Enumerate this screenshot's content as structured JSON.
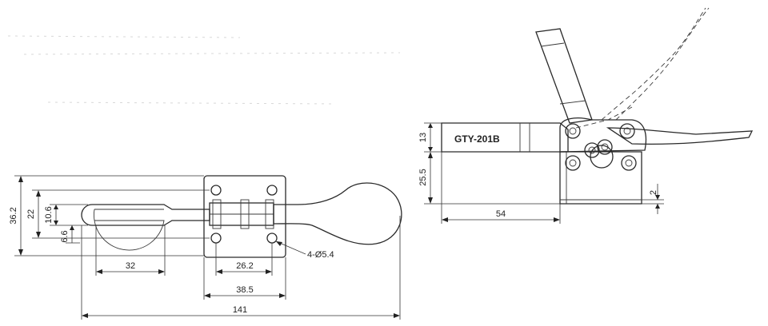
{
  "model_label": "GTY-201B",
  "top_dimensions": {
    "overall_height": "36.2",
    "inner_height": "22",
    "bar_height": "10.6",
    "offset": "6.6",
    "bar_length": "32",
    "hole_spacing_x": "26.2",
    "base_width": "38.5",
    "overall_length": "141",
    "holes": "4-Ø5.4"
  },
  "side_dimensions": {
    "pivot_height": "13",
    "base_height": "25.5",
    "base_length": "54",
    "base_thickness": "2"
  }
}
